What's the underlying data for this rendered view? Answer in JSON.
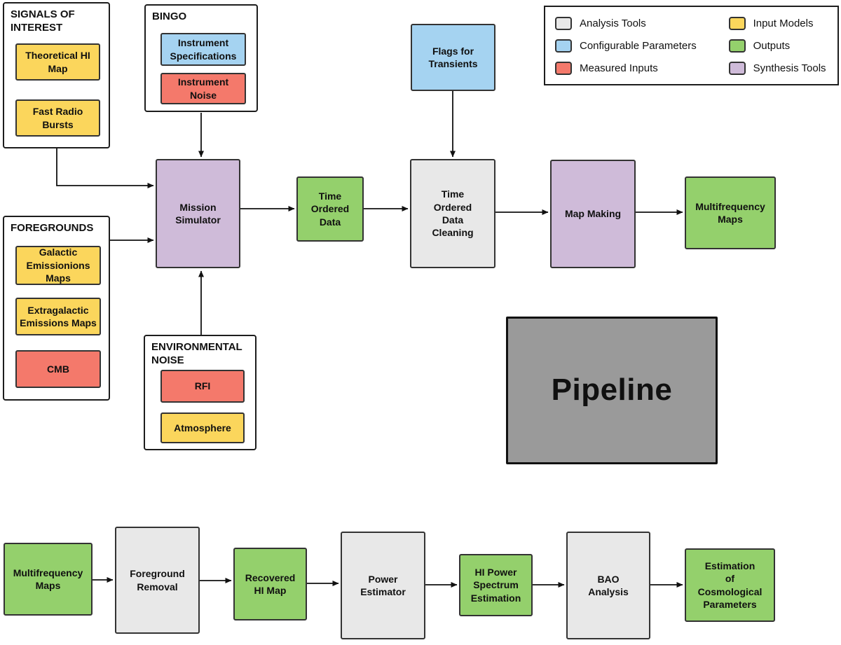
{
  "palette": {
    "analysis_tools": "#E8E8E8",
    "configurable_parameters": "#A5D3F1",
    "measured_inputs": "#F4796B",
    "input_models": "#FBD65C",
    "outputs": "#94D06C",
    "synthesis_tools": "#CFBBD9",
    "pipeline_fill": "#9A9A9A",
    "border": "#333333"
  },
  "legend": {
    "items": [
      {
        "label": "Analysis Tools",
        "color": "#E8E8E8"
      },
      {
        "label": "Configurable Parameters",
        "color": "#A5D3F1"
      },
      {
        "label": "Measured Inputs",
        "color": "#F4796B"
      },
      {
        "label": "Input Models",
        "color": "#FBD65C"
      },
      {
        "label": "Outputs",
        "color": "#94D06C"
      },
      {
        "label": "Synthesis Tools",
        "color": "#CFBBD9"
      }
    ]
  },
  "groups": {
    "signals_of_interest": {
      "title": "SIGNALS OF\nINTEREST",
      "items": [
        {
          "label": "Theoretical HI\nMap",
          "type": "input_models"
        },
        {
          "label": "Fast Radio\nBursts",
          "type": "input_models"
        }
      ]
    },
    "bingo": {
      "title": "BINGO",
      "items": [
        {
          "label": "Instrument\nSpecifications",
          "type": "configurable_parameters"
        },
        {
          "label": "Instrument\nNoise",
          "type": "measured_inputs"
        }
      ]
    },
    "foregrounds": {
      "title": "FOREGROUNDS",
      "items": [
        {
          "label": "Galactic\nEmissionions\nMaps",
          "type": "input_models"
        },
        {
          "label": "Extragalactic\nEmissions Maps",
          "type": "input_models"
        },
        {
          "label": "CMB",
          "type": "measured_inputs"
        }
      ]
    },
    "environmental_noise": {
      "title": "ENVIRONMENTAL\nNOISE",
      "items": [
        {
          "label": "RFI",
          "type": "measured_inputs"
        },
        {
          "label": "Atmosphere",
          "type": "input_models"
        }
      ]
    }
  },
  "nodes": {
    "flags_for_transients": {
      "label": "Flags for\nTransients",
      "type": "configurable_parameters"
    },
    "mission_simulator": {
      "label": "Mission\nSimulator",
      "type": "synthesis_tools"
    },
    "time_ordered_data": {
      "label": "Time\nOrdered\nData",
      "type": "outputs"
    },
    "time_ordered_data_cleaning": {
      "label": "Time\nOrdered\nData\nCleaning",
      "type": "analysis_tools"
    },
    "map_making": {
      "label": "Map Making",
      "type": "synthesis_tools"
    },
    "multifrequency_maps_top": {
      "label": "Multifrequency\nMaps",
      "type": "outputs"
    },
    "pipeline": {
      "label": "Pipeline",
      "type": "pipeline"
    },
    "multifrequency_maps_bottom": {
      "label": "Multifrequency\nMaps",
      "type": "outputs"
    },
    "foreground_removal": {
      "label": "Foreground\nRemoval",
      "type": "analysis_tools"
    },
    "recovered_hi_map": {
      "label": "Recovered\nHI Map",
      "type": "outputs"
    },
    "power_estimator": {
      "label": "Power\nEstimator",
      "type": "analysis_tools"
    },
    "hi_power_spectrum_estimation": {
      "label": "HI Power\nSpectrum\nEstimation",
      "type": "outputs"
    },
    "bao_analysis": {
      "label": "BAO\nAnalysis",
      "type": "analysis_tools"
    },
    "estimation_of_cosmological_parameters": {
      "label": "Estimation\nof\nCosmological\nParameters",
      "type": "outputs"
    }
  }
}
